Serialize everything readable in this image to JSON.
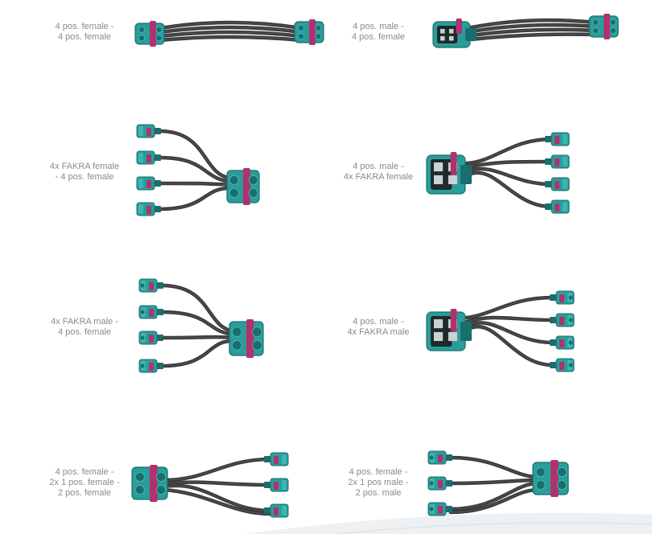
{
  "colors": {
    "connector": "#2a9d9a",
    "connector_dark": "#1a6e6c",
    "connector_light": "#45c0bc",
    "latch": "#b1316e",
    "cable": "#3a3b3d",
    "cable_light": "#5c5d60",
    "label_text": "#8a8a8a"
  },
  "items": [
    {
      "lines": [
        "4 pos. female -",
        "4 pos. female"
      ]
    },
    {
      "lines": [
        "4 pos. male -",
        "4 pos. female"
      ]
    },
    {
      "lines": [
        "4x FAKRA female",
        "- 4 pos. female"
      ]
    },
    {
      "lines": [
        "4 pos. male -",
        "4x FAKRA female"
      ]
    },
    {
      "lines": [
        "4x FAKRA male -",
        "4 pos. female"
      ]
    },
    {
      "lines": [
        "4 pos. male -",
        "4x FAKRA male"
      ]
    },
    {
      "lines": [
        "4 pos. female -",
        "2x 1 pos. female -",
        "2 pos. female"
      ]
    },
    {
      "lines": [
        "4 pos. female -",
        "2x 1 pos male -",
        "2 pos. male"
      ]
    }
  ]
}
